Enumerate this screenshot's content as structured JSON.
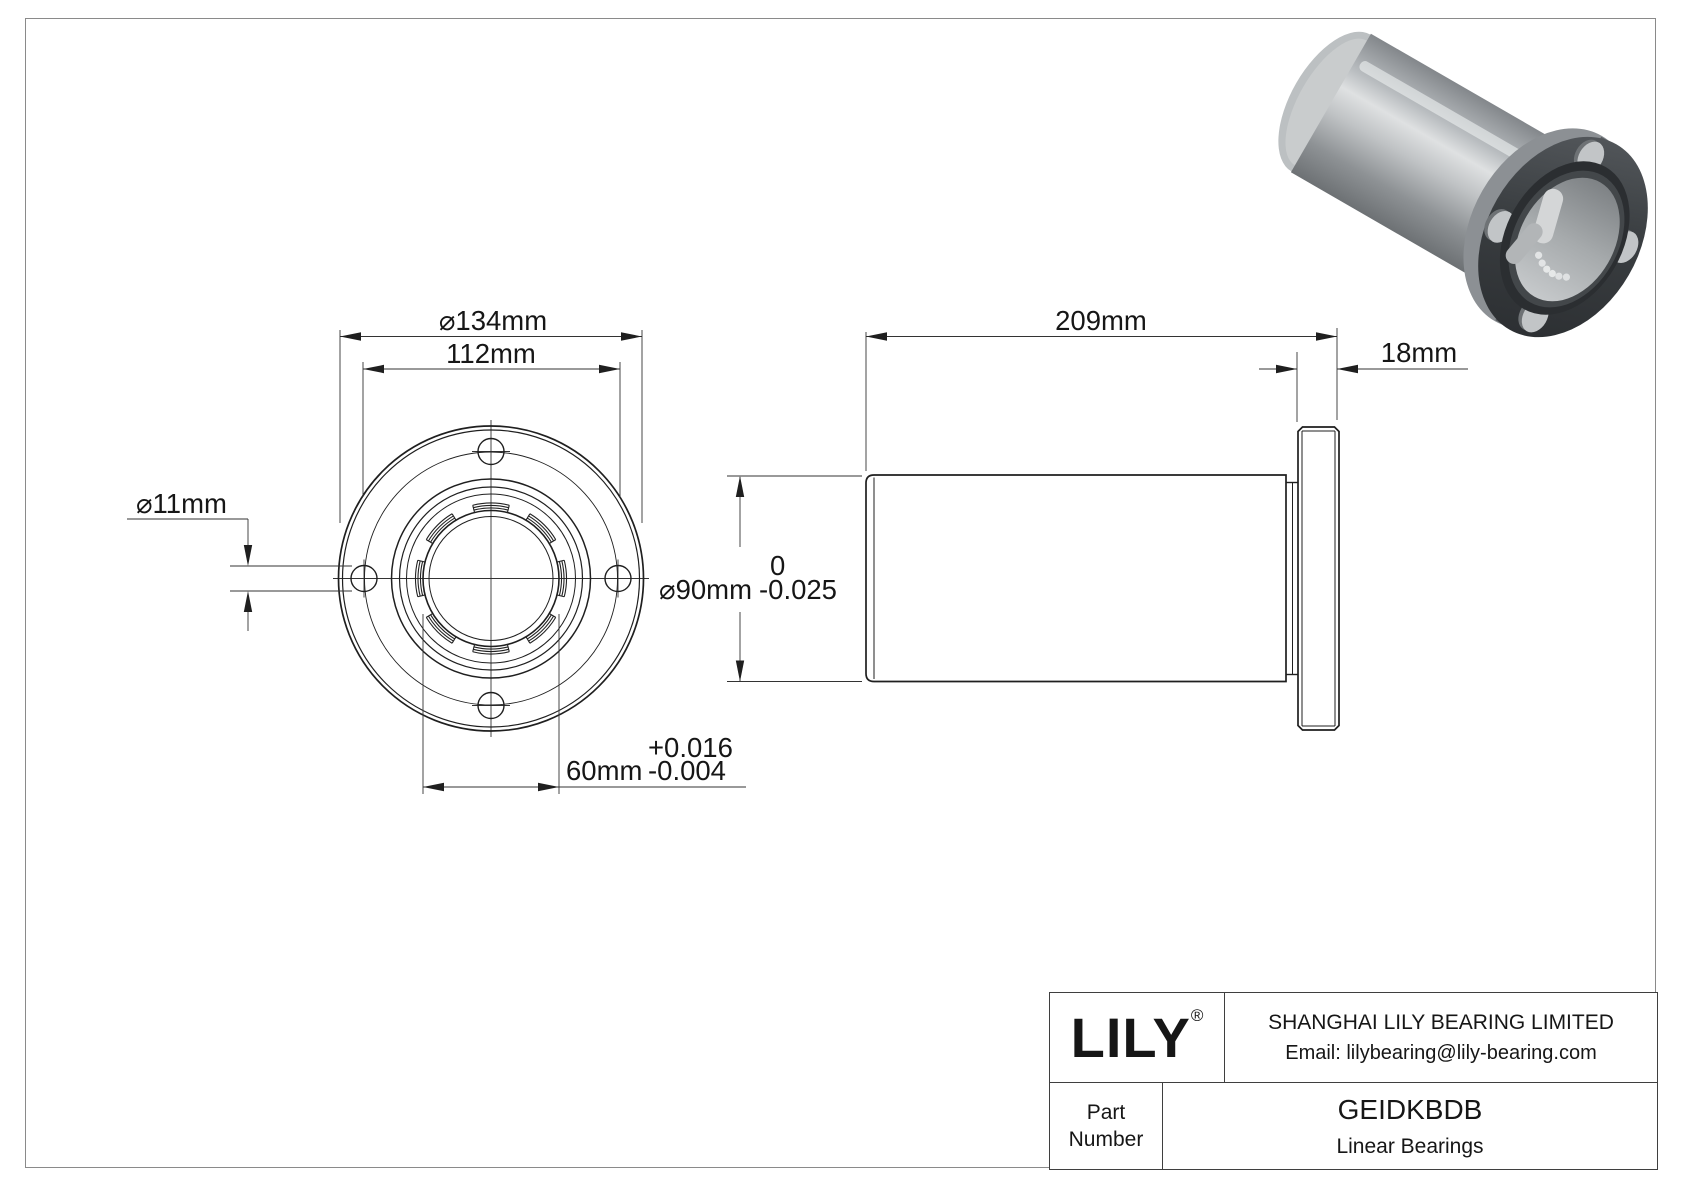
{
  "dimensions": {
    "flange_od": "⌀134mm",
    "bolt_circle": "112mm",
    "bolt_hole": "⌀11mm",
    "bore": "60mm",
    "bore_tol_upper": "+0.016",
    "bore_tol_lower": "-0.004",
    "length": "209mm",
    "flange_thickness": "18mm",
    "body_od": "⌀90mm",
    "body_tol_upper": "0",
    "body_tol_lower": "-0.025"
  },
  "title_block": {
    "logo_text": "LILY",
    "logo_reg": "®",
    "company_name": "SHANGHAI LILY BEARING LIMITED",
    "company_email": "Email: lilybearing@lily-bearing.com",
    "part_label_line1": "Part",
    "part_label_line2": "Number",
    "part_number": "GEIDKBDB",
    "part_category": "Linear Bearings"
  },
  "colors": {
    "line": "#1f1f1f",
    "dim_line": "#333333",
    "frame_border": "#8a8a8a",
    "render_cylinder": "#a9adb0",
    "render_flange": "#3e4245",
    "render_hole": "#c2c5c7"
  }
}
